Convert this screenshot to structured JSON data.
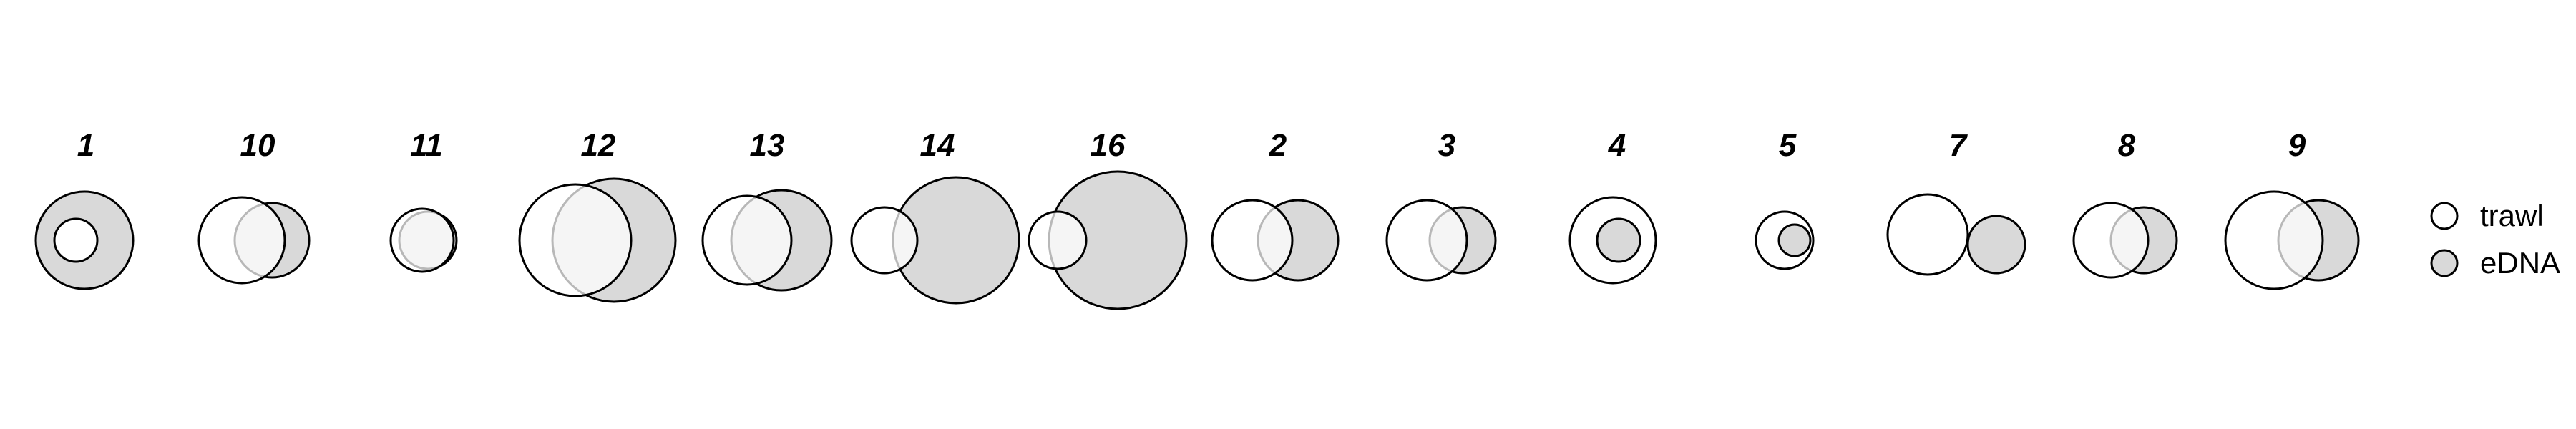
{
  "panels": [
    {
      "label": "1"
    },
    {
      "label": "10"
    },
    {
      "label": "11"
    },
    {
      "label": "12"
    },
    {
      "label": "13"
    },
    {
      "label": "14"
    },
    {
      "label": "16"
    },
    {
      "label": "2"
    },
    {
      "label": "3"
    },
    {
      "label": "4"
    },
    {
      "label": "5"
    },
    {
      "label": "7"
    },
    {
      "label": "8"
    },
    {
      "label": "9"
    }
  ],
  "legend": [
    {
      "label": "trawl",
      "color": "#ffffff"
    },
    {
      "label": "eDNA",
      "color": "#d9d9d9"
    }
  ]
}
